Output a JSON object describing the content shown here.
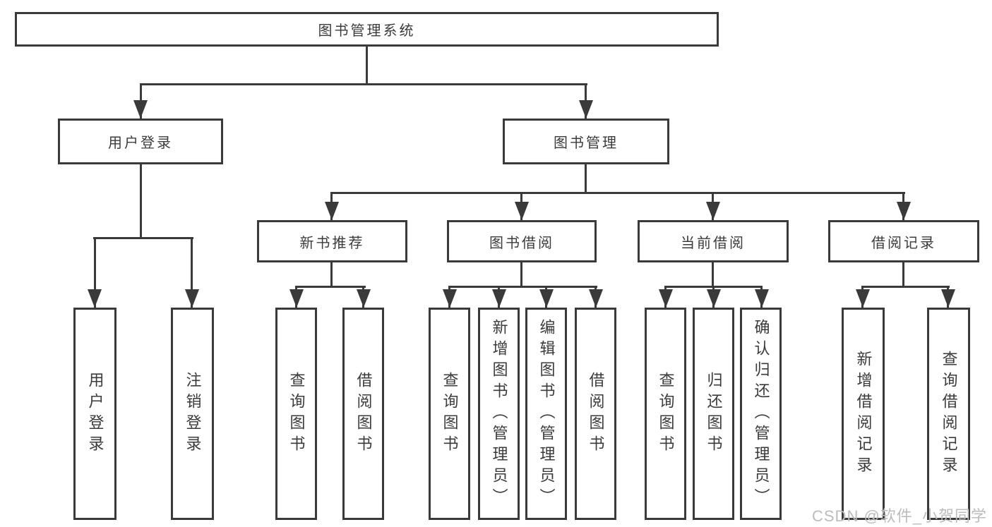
{
  "diagram": {
    "title_node": {
      "label": "图书管理系统"
    },
    "level2": [
      {
        "label": "用户登录"
      },
      {
        "label": "图书管理"
      }
    ],
    "level3": [
      {
        "label": "新书推荐"
      },
      {
        "label": "图书借阅"
      },
      {
        "label": "当前借阅"
      },
      {
        "label": "借阅记录"
      }
    ],
    "leaves": {
      "user_login": [
        {
          "label": "用户登录"
        },
        {
          "label": "注销登录"
        }
      ],
      "new_books": [
        {
          "label": "查询图书"
        },
        {
          "label": "借阅图书"
        }
      ],
      "book_borrow": [
        {
          "label": "查询图书"
        },
        {
          "label": "新增图书（管理员）"
        },
        {
          "label": "编辑图书（管理员）"
        },
        {
          "label": "借阅图书"
        }
      ],
      "current_borrow": [
        {
          "label": "查询图书"
        },
        {
          "label": "归还图书"
        },
        {
          "label": "确认归还（管理员）"
        }
      ],
      "borrow_records": [
        {
          "label": "新增借阅记录"
        },
        {
          "label": "查询借阅记录"
        }
      ]
    },
    "colors": {
      "line": "#3a3a3a",
      "text": "#3b3b3b",
      "watermark": "#bcbcbc",
      "background": "#ffffff"
    }
  },
  "watermark": {
    "text": "CSDN @软件_小贺同学"
  }
}
